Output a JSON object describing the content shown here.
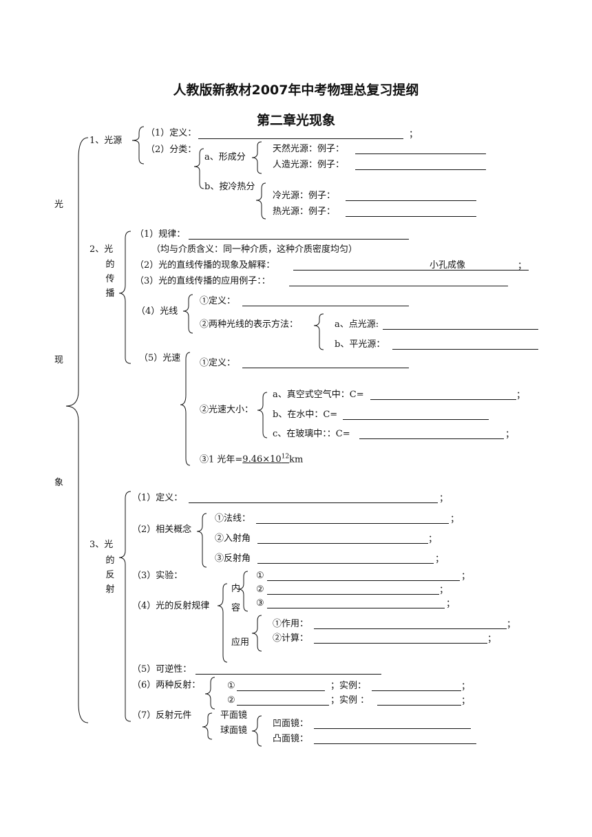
{
  "title": "人教版新教材2007年中考物理总复习提纲",
  "subtitle": "第二章光现象",
  "side_chars": [
    "光",
    "现",
    "象"
  ],
  "s1": {
    "label": "1、光源",
    "def": "（1）定义：",
    "semi": "；",
    "cls": "（2）分类：",
    "a": "a、形成分",
    "natural": "天然光源：例子：",
    "artificial": "人造光源：例子：",
    "b": "b、按冷热分",
    "cold": "冷光源：例子：",
    "hot": "热光源：例子："
  },
  "s2": {
    "label_chars": [
      "2、光",
      "的",
      "传",
      "播"
    ],
    "law": "（1）规律：",
    "uniform": "（均与介质含义：同一种介质，这种介质密度均匀）",
    "phen": "（2）光的直线传播的现象及解释：",
    "phen_fill": "小孔成像",
    "phen_semi": "；",
    "app": "（3）光的直线传播的应用例子：：",
    "ray": "（4）光线",
    "ray_def": "①定义：",
    "ray_two": "②两种光线的表示方法：",
    "point": "a、点光源:",
    "parallel": "b、平光源：",
    "speed": "（5）光速",
    "speed_def": "①定义：",
    "speed_size": "②光速大小：",
    "vacuum": "a、真空式空气中：C=",
    "water": "b、在水中：C=",
    "glass": "c、在玻璃中：：C=",
    "semi": "；",
    "lightyear_pre": "③1 光年=",
    "lightyear_val": "9.46×10",
    "lightyear_exp": "12",
    "lightyear_unit": "km"
  },
  "s3": {
    "label_chars": [
      "3、光",
      "的",
      "反",
      "射"
    ],
    "def": "（1）定义：",
    "concept": "（2）相关概念",
    "normal": "①法线：",
    "incidence": "②入射角",
    "reflection": "③反射角",
    "semi": "；",
    "exp": "（3）实验：",
    "law": "（4）光的反射规律",
    "content_chars": [
      "内",
      "容"
    ],
    "c1": "①",
    "c2": "②",
    "c3": "③",
    "apply": "应用",
    "use": "①作用：",
    "calc": "②计算：",
    "rev": "（5）可逆性：",
    "two": "（6）两种反射：",
    "r1": "①",
    "r2": "②",
    "ex1": "；实例：",
    "ex2": "；实例 ：",
    "elem": "（7）反射元件",
    "plane": "平面镜",
    "sphere": "球面镜",
    "concave": "凹面镜：",
    "convex": "凸面镜："
  }
}
